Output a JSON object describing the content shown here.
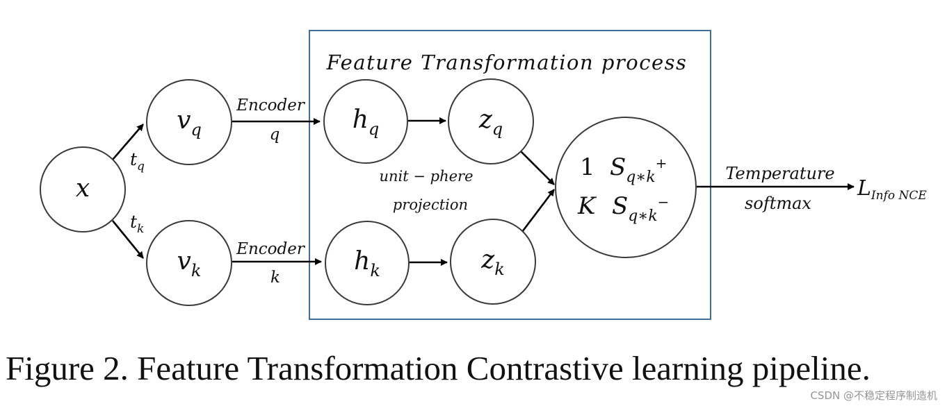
{
  "box": {
    "title": "Feature Transformation process",
    "border_color": "#3f6e9c",
    "title_color": "#2c5784"
  },
  "nodes": {
    "x": {
      "main": "x"
    },
    "vq": {
      "main": "v",
      "sub": "q"
    },
    "vk": {
      "main": "v",
      "sub": "k"
    },
    "hq": {
      "main": "h",
      "sub": "q"
    },
    "hk": {
      "main": "h",
      "sub": "k"
    },
    "zq": {
      "main": "z",
      "sub": "q"
    },
    "zk": {
      "main": "z",
      "sub": "k"
    },
    "similarity": {
      "row1_index": "1",
      "row1_symbol": "S",
      "row1_sub": "q∗k",
      "row1_sup": "+",
      "row2_index": "K",
      "row2_symbol": "S",
      "row2_sub": "q∗k",
      "row2_sup": "−"
    }
  },
  "edge_labels": {
    "tq": {
      "main": "t",
      "sub": "q"
    },
    "tk": {
      "main": "t",
      "sub": "k"
    },
    "encoder_q_line1": "Encoder",
    "encoder_q_line2": "q",
    "encoder_k_line1": "Encoder",
    "encoder_k_line2": "k",
    "projection_line1": "unit − phere",
    "projection_line2": "projection",
    "temperature_line1": "Temperature",
    "temperature_line2": "softmax"
  },
  "output": {
    "main": "L",
    "sub": "Info NCE"
  },
  "caption": "Figure 2. Feature Transformation Contrastive learning pipeline.",
  "watermark": "CSDN @不稳定程序制造机"
}
